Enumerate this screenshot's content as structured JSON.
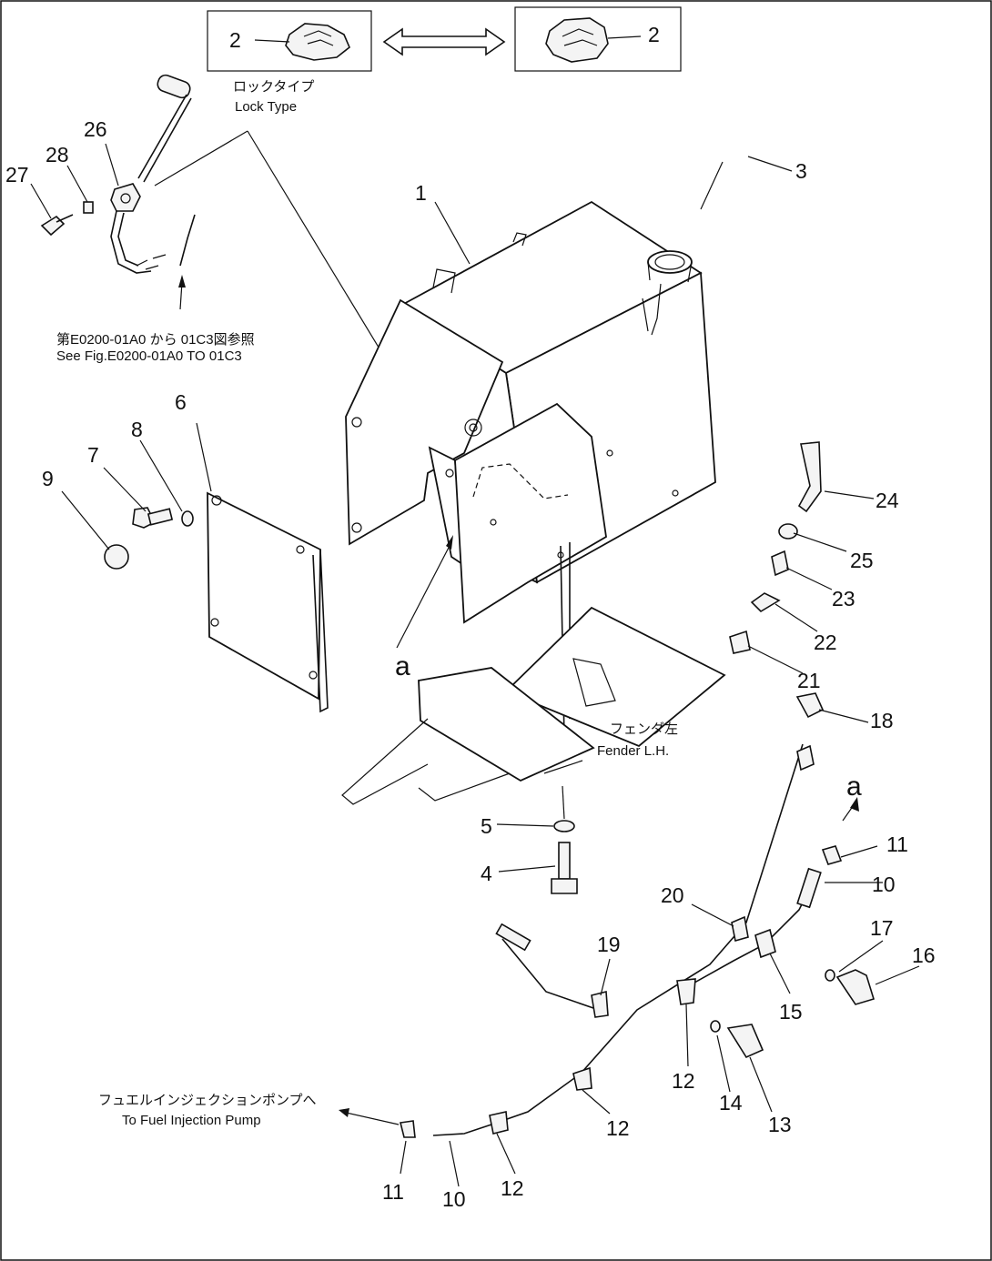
{
  "callouts": {
    "n1": "1",
    "n2a": "2",
    "n2b": "2",
    "n3": "3",
    "n4": "4",
    "n5": "5",
    "n6": "6",
    "n7": "7",
    "n8": "8",
    "n9": "9",
    "n10a": "10",
    "n10b": "10",
    "n11a": "11",
    "n11b": "11",
    "n12a": "12",
    "n12b": "12",
    "n12c": "12",
    "n13": "13",
    "n14": "14",
    "n15": "15",
    "n16": "16",
    "n17": "17",
    "n18": "18",
    "n19": "19",
    "n20": "20",
    "n21": "21",
    "n22": "22",
    "n23": "23",
    "n24": "24",
    "n25": "25",
    "n26": "26",
    "n27": "27",
    "n28": "28",
    "a1": "a",
    "a2": "a"
  },
  "notes": {
    "lock_type_jp": "ロックタイプ",
    "lock_type_en": "Lock Type",
    "see_fig_jp": "第E0200-01A0 から 01C3図参照",
    "see_fig_en": "See Fig.E0200-01A0 TO 01C3",
    "fender_jp": "フェンダ左",
    "fender_en": "Fender L.H.",
    "pump_jp": "フュエルインジェクションポンプへ",
    "pump_en": "To Fuel Injection Pump"
  }
}
